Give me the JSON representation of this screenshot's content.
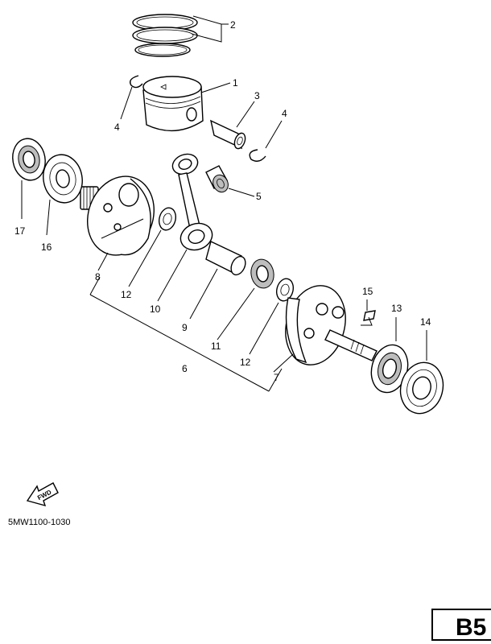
{
  "callouts": {
    "c1": "1",
    "c2": "2",
    "c3": "3",
    "c4a": "4",
    "c4b": "4",
    "c5": "5",
    "c6": "6",
    "c7": "7",
    "c8": "8",
    "c9": "9",
    "c10": "10",
    "c11": "11",
    "c12a": "12",
    "c12b": "12",
    "c13": "13",
    "c14": "14",
    "c15": "15",
    "c16": "16",
    "c17": "17"
  },
  "fwd_label": "FWD",
  "diagram_code": "5MW1100-1030",
  "page_code": "B5"
}
